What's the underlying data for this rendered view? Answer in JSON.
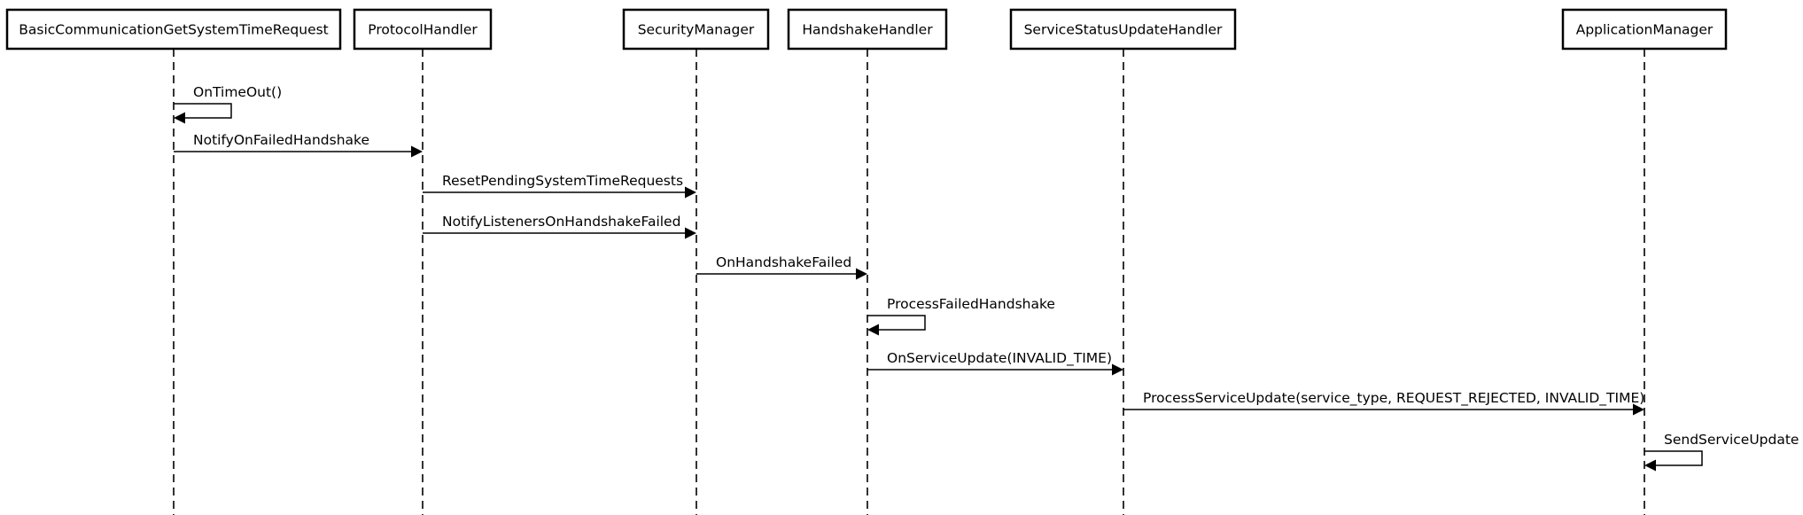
{
  "diagram": {
    "type": "sequence",
    "participants": [
      {
        "id": "bcgstr",
        "label": "BasicCommunicationGetSystemTimeRequest"
      },
      {
        "id": "ph",
        "label": "ProtocolHandler"
      },
      {
        "id": "sm",
        "label": "SecurityManager"
      },
      {
        "id": "hh",
        "label": "HandshakeHandler"
      },
      {
        "id": "ssuh",
        "label": "ServiceStatusUpdateHandler"
      },
      {
        "id": "am",
        "label": "ApplicationManager"
      }
    ],
    "messages": [
      {
        "from": "bcgstr",
        "to": "bcgstr",
        "label": "OnTimeOut()"
      },
      {
        "from": "bcgstr",
        "to": "ph",
        "label": "NotifyOnFailedHandshake"
      },
      {
        "from": "ph",
        "to": "sm",
        "label": "ResetPendingSystemTimeRequests"
      },
      {
        "from": "ph",
        "to": "sm",
        "label": "NotifyListenersOnHandshakeFailed"
      },
      {
        "from": "sm",
        "to": "hh",
        "label": "OnHandshakeFailed"
      },
      {
        "from": "hh",
        "to": "hh",
        "label": "ProcessFailedHandshake"
      },
      {
        "from": "hh",
        "to": "ssuh",
        "label": "OnServiceUpdate(INVALID_TIME)"
      },
      {
        "from": "ssuh",
        "to": "am",
        "label": "ProcessServiceUpdate(service_type, REQUEST_REJECTED, INVALID_TIME)"
      },
      {
        "from": "am",
        "to": "am",
        "label": "SendServiceUpdate"
      }
    ]
  }
}
